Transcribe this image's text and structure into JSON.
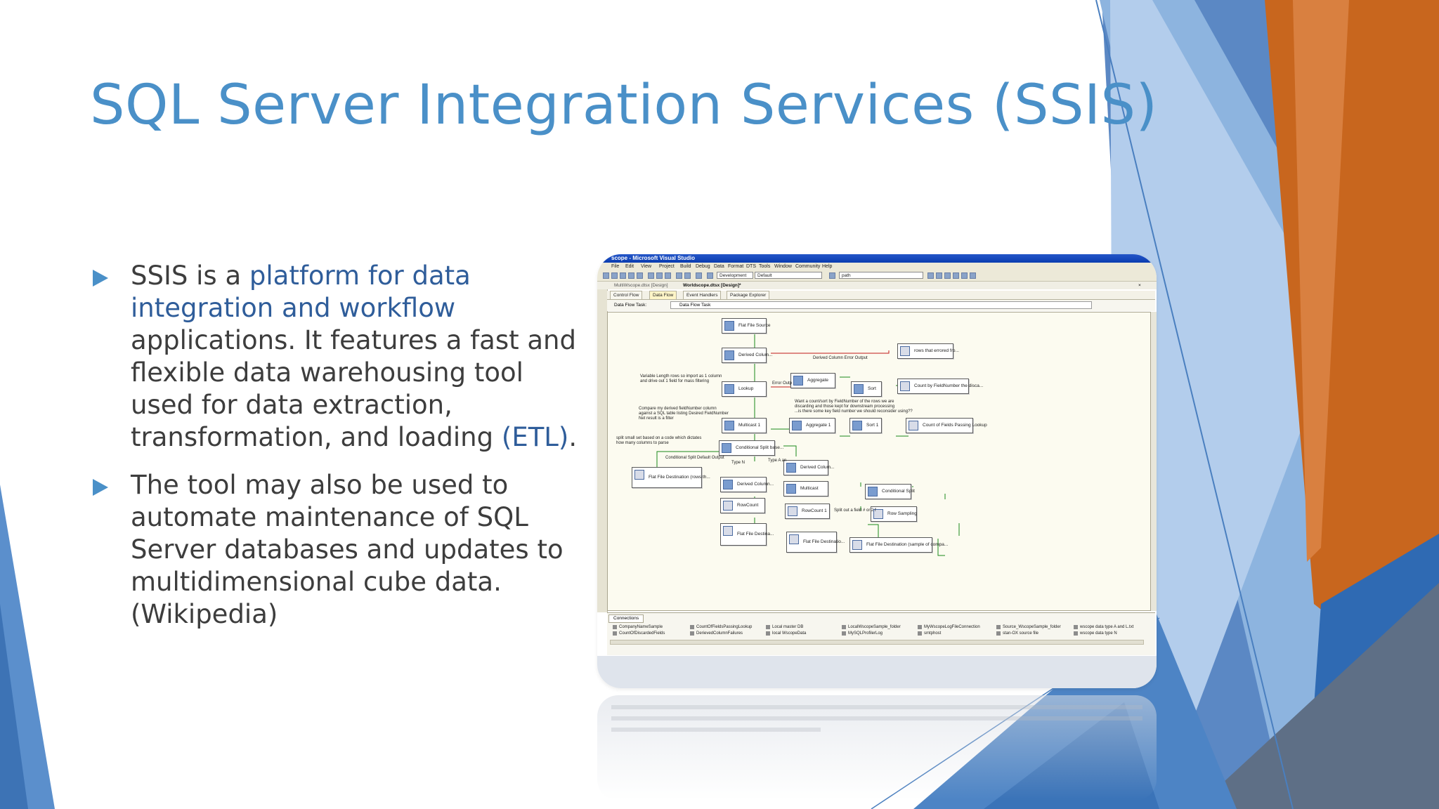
{
  "slide": {
    "title": "SQL Server Integration Services (SSIS)",
    "bullets": [
      {
        "pre": "SSIS is a ",
        "highlight": "platform for data integration and workflow",
        "mid": " applications. It features a fast and flexible data warehousing tool used for data extraction, transformation, and loading ",
        "highlight2": "(ETL)",
        "post": "."
      },
      {
        "pre": "The tool may also be used to automate maintenance of SQL Server databases and updates to multidimensional cube data. (Wikipedia)"
      }
    ]
  },
  "screenshot": {
    "window_title": "scope - Microsoft Visual Studio",
    "menu": [
      "File",
      "Edit",
      "View",
      "Project",
      "Build",
      "Debug",
      "Data",
      "Format",
      "DTS",
      "Tools",
      "Window",
      "Community",
      "Help"
    ],
    "toolbar": {
      "config": "Development",
      "platform": "Default",
      "find": "path"
    },
    "doc_tabs": [
      "MultiWscope.dtsx [Design]",
      "Worldscope.dtsx [Design]*"
    ],
    "designer_tabs": [
      "Control Flow",
      "Data Flow",
      "Event Handlers",
      "Package Explorer"
    ],
    "active_designer_tab": 1,
    "task_label": "Data Flow Task:",
    "task_value": "Data Flow Task",
    "nodes": [
      "Flat File Source",
      "Derived Colum...",
      "rows that errored fro...",
      "Aggregate",
      "Sort",
      "Count by FieldNumber the disca...",
      "Lookup",
      "Multicast 1",
      "Aggregate 1",
      "Sort 1",
      "Count of Fields Passing Lookup",
      "Conditional Split base...",
      "Derived Colum...",
      "Flat File Destination (rows th...",
      "Derived Column...",
      "Multicast",
      "Conditional Split",
      "RowCount",
      "RowCount 1",
      "Row Sampling",
      "Flat File Destina...",
      "Flat File Destinatio...",
      "Flat File Destination (sample of compa..."
    ],
    "annotations": [
      "Derived Column Error Output",
      "Error Outp",
      "Variable Length rows so import as 1 column\nand drive out 1 field for mass filtering",
      "Want a count/sort by FieldNumber of the rows we are\ndiscarding and those kept for downstream processing\n...is there some key field number we should reconsider using??",
      "Compare my derived fieldNumber column\nagainst a SQL table listing Desired FieldNumber\nNet result is a filter",
      "split small set based on a code which dictates\nhow many columns to parse",
      "Conditional Split Default Output",
      "Type N",
      "Type A an",
      "Split out a field # or 2 f"
    ],
    "connections_tab": "Connections",
    "connections": [
      "CompanyNameSample",
      "CountOfDiscardedFields",
      "CountOfFieldsPassingLookup",
      "DerievedColumnFailures",
      "Local master DB",
      "local WscopeData",
      "LocalWscopeSample_folder",
      "MySQLProfilerLog",
      "MyWscopeLogFileConnection",
      "smtphost",
      "Source_WscopeSample_folder",
      "stan-OX source file",
      "wscope data type A and L.txt",
      "wscope data type N"
    ]
  },
  "colors": {
    "title": "#4a90c8",
    "body_text": "#3d3d3d",
    "highlight_text": "#2f5d9a",
    "bullet": "#4a90c8",
    "accent_orange": "#c8661e",
    "accent_blue": "#3b7cc4"
  }
}
